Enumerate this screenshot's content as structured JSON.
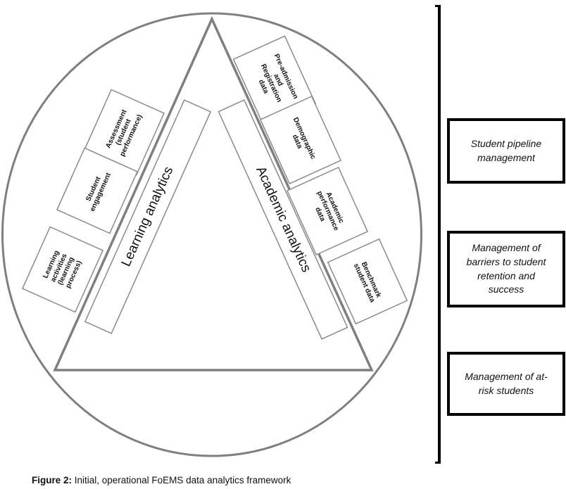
{
  "figure": {
    "caption_prefix": "Figure 2:",
    "caption_text": " Initial, operational FoEMS data analytics framework"
  },
  "colors": {
    "shape_stroke": "#7f7f7f",
    "outcome_border": "#000000",
    "background": "#ffffff"
  },
  "analytics": {
    "learning": {
      "title": "Learning analytics",
      "sources": [
        "Assessment\n(student\nperformance)",
        "Student\nengagement",
        "Learning\nactivities\n(learning\nprocess)"
      ]
    },
    "academic": {
      "title": "Academic analytics",
      "sources": [
        "Pre-admission\nand\nRegistration\ndata",
        "Demographic\ndata",
        "Academic\nperformance\ndata",
        "Benchmark\nstudent data"
      ]
    }
  },
  "outcomes": [
    "Student pipeline\nmanagement",
    "Management of\nbarriers to student\nretention and\nsuccess",
    "Management of at-\nrisk students"
  ]
}
